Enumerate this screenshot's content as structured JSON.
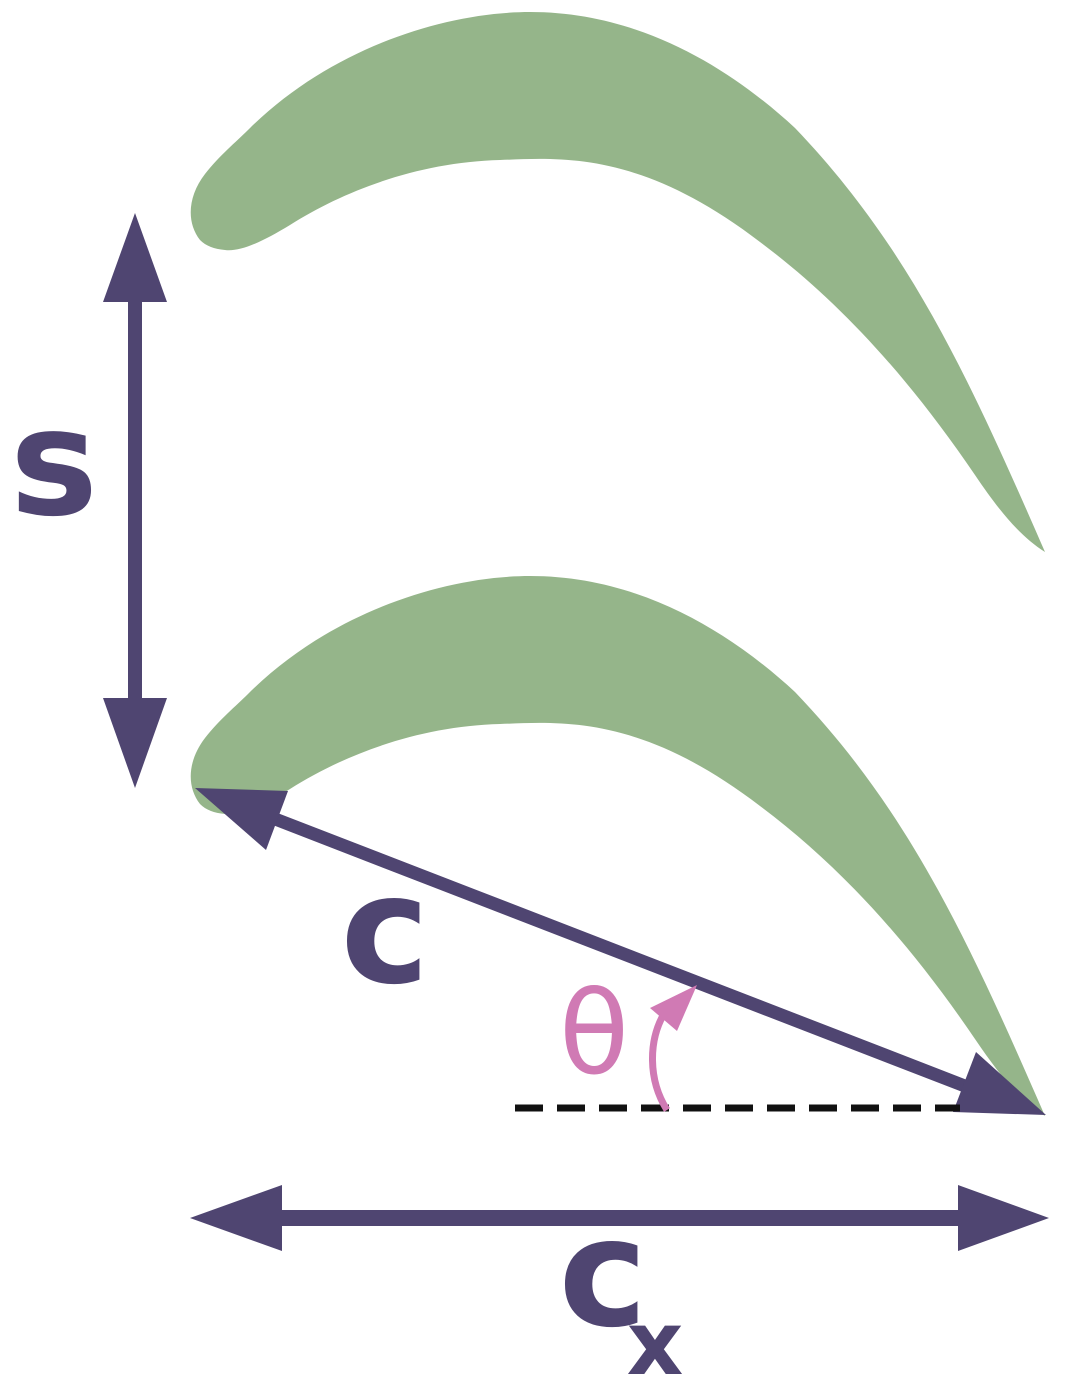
{
  "labels": {
    "pitch": "s",
    "chord": "c",
    "stagger_angle": "θ",
    "axial_chord": "c",
    "axial_chord_subscript": "x"
  },
  "colors": {
    "blade": "#95b58a",
    "arrow": "#4f4571",
    "angle": "#d07ab4",
    "reference_line": "#111111",
    "background": "#ffffff"
  }
}
